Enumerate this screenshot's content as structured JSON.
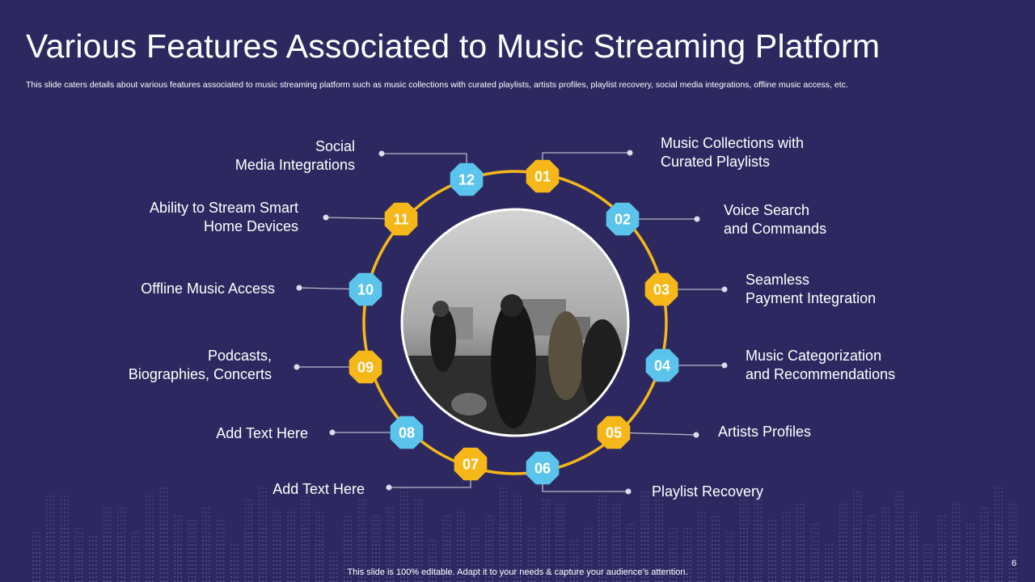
{
  "title": "Various Features Associated to Music Streaming Platform",
  "subtitle": "This slide caters details about various features associated to music streaming platform such as music collections with curated playlists, artists profiles, playlist recovery,  social media integrations, offline music access, etc.",
  "footer": "This slide is 100% editable. Adapt it to your needs & capture your audience’s attention.",
  "page_number": "6",
  "colors": {
    "background": "#2d2960",
    "ring": "#f5b818",
    "badge_yellow": "#f5b818",
    "badge_blue": "#5bc4ec",
    "connector": "#b9b9cc"
  },
  "center_image": "concert-photo",
  "features": [
    {
      "num": "01",
      "line1": "Music Collections with",
      "line2": "Curated Playlists",
      "color": "yellow"
    },
    {
      "num": "02",
      "line1": "Voice Search",
      "line2": "and Commands",
      "color": "blue"
    },
    {
      "num": "03",
      "line1": "Seamless",
      "line2": "Payment Integration",
      "color": "yellow"
    },
    {
      "num": "04",
      "line1": "Music Categorization",
      "line2": "and Recommendations",
      "color": "blue"
    },
    {
      "num": "05",
      "line1": "Artists Profiles",
      "line2": "",
      "color": "yellow"
    },
    {
      "num": "06",
      "line1": "Playlist Recovery",
      "line2": "",
      "color": "blue"
    },
    {
      "num": "07",
      "line1": "Add Text Here",
      "line2": "",
      "color": "yellow"
    },
    {
      "num": "08",
      "line1": "Add Text Here",
      "line2": "",
      "color": "blue"
    },
    {
      "num": "09",
      "line1": "Podcasts,",
      "line2": "Biographies, Concerts",
      "color": "yellow"
    },
    {
      "num": "10",
      "line1": "Offline Music Access",
      "line2": "",
      "color": "blue"
    },
    {
      "num": "11",
      "line1": "Ability to Stream Smart",
      "line2": "Home Devices",
      "color": "yellow"
    },
    {
      "num": "12",
      "line1": "Social",
      "line2": "Media Integrations",
      "color": "blue"
    }
  ]
}
